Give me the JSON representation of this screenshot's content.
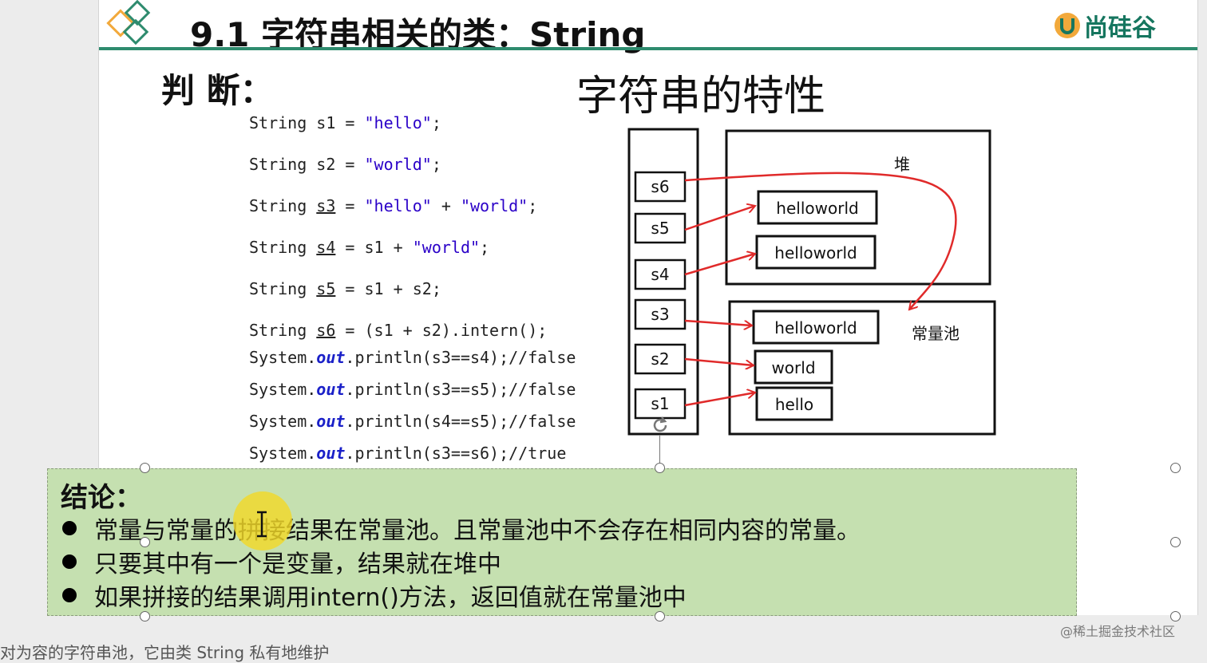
{
  "header": {
    "title": "9.1 字符串相关的类：String",
    "brand_name": "尚硅谷",
    "accent_color": "#2e8b6e"
  },
  "slide": {
    "judge_label": "判 断：",
    "section_title": "字符串的特性"
  },
  "code": {
    "lines": [
      {
        "kw": "String",
        "var": "s1",
        "rhs_parts": [
          {
            "t": "\"hello\"",
            "str": true
          }
        ],
        "end": ";"
      },
      {
        "kw": "String",
        "var": "s2",
        "rhs_parts": [
          {
            "t": "\"world\"",
            "str": true
          }
        ],
        "end": ";"
      },
      {
        "kw": "String",
        "var": "s3",
        "rhs_parts": [
          {
            "t": "\"hello\"",
            "str": true
          },
          {
            "t": " + ",
            "str": false
          },
          {
            "t": "\"world\"",
            "str": true
          }
        ],
        "end": ";"
      },
      {
        "kw": "String",
        "var": "s4",
        "rhs_parts": [
          {
            "t": "s1 + ",
            "str": false
          },
          {
            "t": "\"world\"",
            "str": true
          }
        ],
        "end": ";"
      },
      {
        "kw": "String",
        "var": "s5",
        "rhs_parts": [
          {
            "t": "s1 + s2",
            "str": false
          }
        ],
        "end": ";"
      },
      {
        "kw": "String",
        "var": "s6",
        "rhs_parts": [
          {
            "t": "(s1 + s2).intern()",
            "str": false
          }
        ],
        "end": ";"
      }
    ],
    "prints": [
      {
        "arg": "s3==s4",
        "result": "//false"
      },
      {
        "arg": "s3==s5",
        "result": "//false"
      },
      {
        "arg": "s4==s5",
        "result": "//false"
      },
      {
        "arg": "s3==s6",
        "result": "//true"
      }
    ],
    "system": "System.",
    "out": "out",
    "println": ".println("
  },
  "diagram": {
    "heap_label": "堆",
    "pool_label": "常量池",
    "stack_vars": [
      "s6",
      "s5",
      "s4",
      "s3",
      "s2",
      "s1"
    ],
    "heap_objects": [
      "helloworld",
      "helloworld"
    ],
    "pool_objects": [
      "helloworld",
      "world",
      "hello"
    ],
    "arrow_color": "#e02a2a"
  },
  "conclusion": {
    "title": "结论：",
    "bullets": [
      "常量与常量的拼接结果在常量池。且常量池中不会存在相同内容的常量。",
      "只要其中有一个是变量，结果就在堆中",
      "如果拼接的结果调用intern()方法，返回值就在常量池中"
    ],
    "bg_color": "#c5e0b0"
  },
  "watermark": "@稀土掘金技术社区",
  "bottom_text": "对为容的字符串池，它由类 String 私有地维护"
}
